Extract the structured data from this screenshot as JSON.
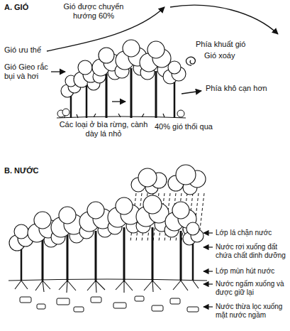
{
  "diagram": {
    "labels": [
      "A. GIÓ",
      "Gió được chuyển hướng 60%",
      "Gió ưu thế",
      "Gió Gieo rắc bụi và hơi",
      "Phía khuất gió",
      "Gió xoáy",
      "Phía khô cạn hơn",
      "Các loại ở bìa rừng, cành dày lá nhỏ",
      "40% gió thổi qua",
      "B. NƯỚC",
      "Lớp lá chặn nước",
      "Nước rơi xuống đất chứa chất dinh dưỡng",
      "Lớp mùn hút nước",
      "Nước ngấm xuống và được giữ lại",
      "Nước thừa lọc xuống mặt nước ngầm"
    ]
  }
}
